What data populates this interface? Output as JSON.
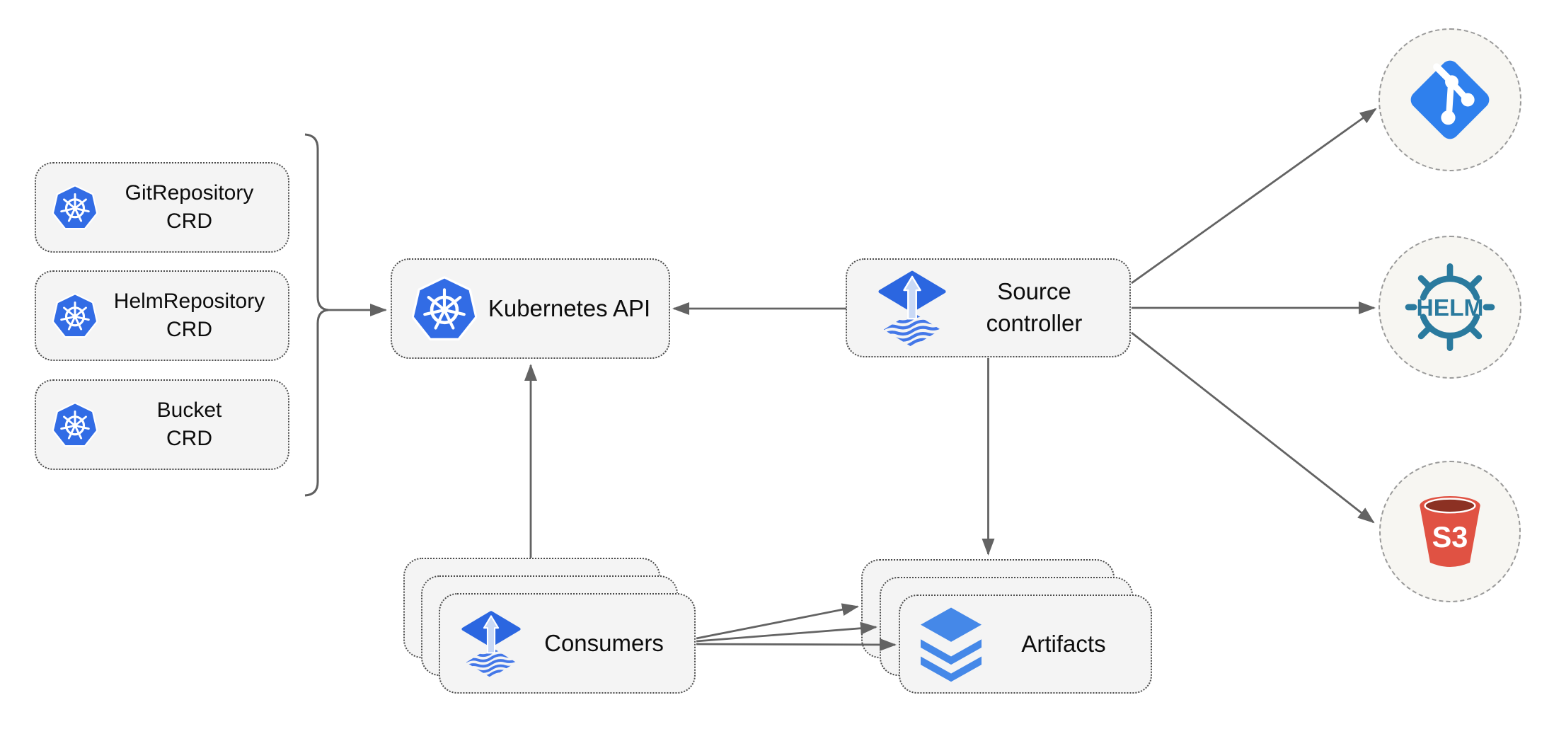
{
  "nodes": {
    "git_repository_crd": {
      "line1": "GitRepository",
      "line2": "CRD"
    },
    "helm_repository_crd": {
      "line1": "HelmRepository",
      "line2": "CRD"
    },
    "bucket_crd": {
      "line1": "Bucket",
      "line2": "CRD"
    },
    "kubernetes_api": {
      "label": "Kubernetes API"
    },
    "source_controller": {
      "line1": "Source",
      "line2": "controller"
    },
    "consumers": {
      "label": "Consumers"
    },
    "artifacts": {
      "label": "Artifacts"
    }
  },
  "endpoints": {
    "git": {
      "icon": "git-icon"
    },
    "helm": {
      "icon": "helm-wheel-icon",
      "label": "HELM"
    },
    "s3": {
      "icon": "s3-bucket-icon",
      "label": "S3"
    }
  },
  "colors": {
    "kubernetes_blue": "#326CE5",
    "flux_blue": "#2B66E0",
    "flux_arrow_light": "#C9D9F6",
    "flux_wave_blue": "#4377E8",
    "artifacts_blue": "#4588E8",
    "git_blue": "#2F80ED",
    "helm_teal": "#2A7A9E",
    "s3_red": "#E05243",
    "s3_dark_red": "#8C3123",
    "line_gray": "#636363",
    "node_fill": "#F4F4F4",
    "node_border": "#4B4B4B",
    "circle_fill": "#F7F6F2",
    "circle_border": "#9A9A9A"
  }
}
